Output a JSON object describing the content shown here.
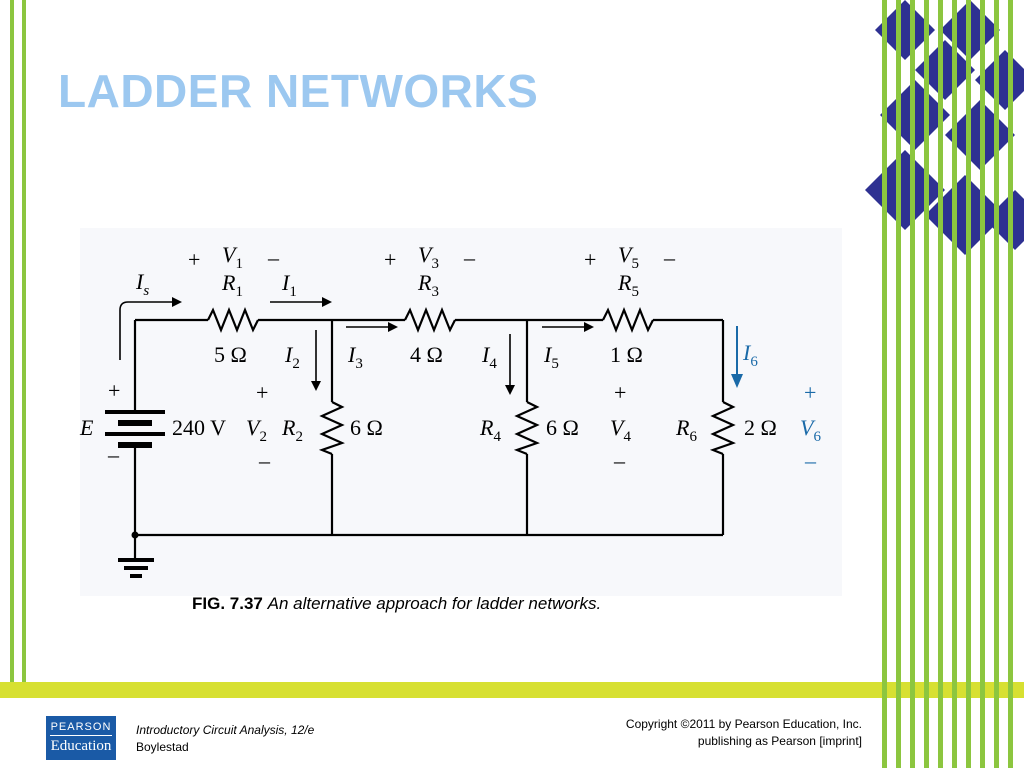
{
  "slide": {
    "title": "LADDER NETWORKS",
    "colors": {
      "title": "#9cc8f0",
      "stripes": "#8cc63f",
      "band": "#d7e032",
      "diamonds": "#2e3192",
      "highlight": "#1a6aa8"
    }
  },
  "figure": {
    "number": "FIG. 7.37",
    "caption": "An alternative approach for ladder networks.",
    "circuit": {
      "source": {
        "label": "E",
        "value": "240 V",
        "plus": "+",
        "minus": "–"
      },
      "currents": [
        "Is",
        "I1",
        "I2",
        "I3",
        "I4",
        "I5",
        "I6"
      ],
      "resistors": [
        {
          "name": "R1",
          "value": "5 Ω",
          "voltage": "V1"
        },
        {
          "name": "R2",
          "value": "6 Ω",
          "voltage": "V2"
        },
        {
          "name": "R3",
          "value": "4 Ω",
          "voltage": "V3"
        },
        {
          "name": "R4",
          "value": "6 Ω",
          "voltage": "V4"
        },
        {
          "name": "R5",
          "value": "1 Ω",
          "voltage": "V5"
        },
        {
          "name": "R6",
          "value": "2 Ω",
          "voltage": "V6"
        }
      ]
    }
  },
  "footer": {
    "logo_top": "PEARSON",
    "logo_bottom": "Education",
    "book_title": "Introductory Circuit Analysis, 12/e",
    "book_author": "Boylestad",
    "copyright_line1": "Copyright ©2011 by Pearson Education, Inc.",
    "copyright_line2": "publishing as Pearson [imprint]"
  }
}
